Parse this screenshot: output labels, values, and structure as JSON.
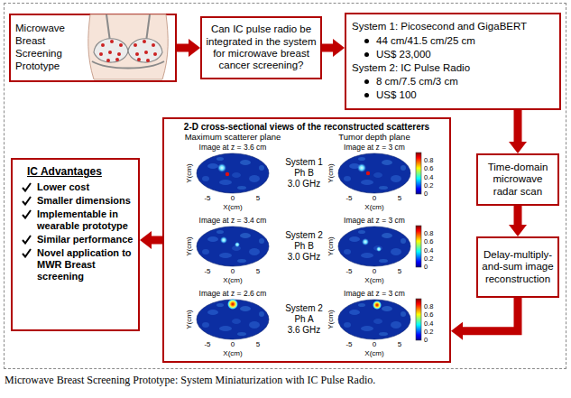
{
  "diagram": {
    "caption": "Microwave Breast Screening Prototype: System Miniaturization with IC Pulse Radio.",
    "nodes": [
      {
        "text": [
          "Microwave Breast Screening Prototype"
        ]
      },
      {
        "text": [
          "Can IC pulse radio be integrated in the system for microwave breast cancer screening?"
        ]
      },
      {
        "text": [
          "System 1: Picosecond and GigaBERT",
          "44 cm/41.5 cm/25 cm",
          "US$ 23,000",
          "System 2: IC Pulse Radio",
          "8 cm/7.5 cm/3 cm",
          "US$ 100"
        ]
      },
      {
        "text": [
          "Time-domain microwave radar scan"
        ]
      },
      {
        "text": [
          "Delay-multiply-and-sum image reconstruction"
        ]
      },
      {
        "text": [
          "2-D cross-sectional views of the reconstructed scatterers"
        ]
      },
      {
        "text": [
          "IC Advantages",
          "Lower cost",
          "Smaller dimensions",
          "Implementable in wearable prototype",
          "Similar performance",
          "Novel application to MWR Breast screening"
        ]
      }
    ],
    "edges": [
      {
        "from": 0,
        "to": 1,
        "arrow": "to"
      },
      {
        "from": 1,
        "to": 2,
        "arrow": "to"
      },
      {
        "from": 2,
        "to": 3,
        "arrow": "to"
      },
      {
        "from": 3,
        "to": 4,
        "arrow": "to"
      },
      {
        "from": 4,
        "to": 5,
        "arrow": "to"
      },
      {
        "from": 5,
        "to": 6,
        "arrow": "to"
      }
    ],
    "labels": [
      "Maximum scatterer plane",
      "Tumor depth plane",
      "Image at z = 3.6 cm",
      "Y(cm)",
      "X(cm)",
      "-5",
      "0",
      "5",
      "System 1",
      "Ph B",
      "3.0 GHz",
      "Image at z = 3 cm",
      "Y(cm)",
      "X(cm)",
      "-5",
      "0",
      "5",
      "0.8",
      "0.6",
      "0.4",
      "0.2",
      "0",
      "Image at z = 3.4 cm",
      "Y(cm)",
      "X(cm)",
      "-5",
      "0",
      "5",
      "System 2",
      "Ph B",
      "3.0 GHz",
      "Image at z = 3 cm",
      "Y(cm)",
      "X(cm)",
      "-5",
      "0",
      "5",
      "0.8",
      "0.6",
      "0.4",
      "0.2",
      "0",
      "Image at z = 2.6 cm",
      "Y(cm)",
      "X(cm)",
      "-5",
      "0",
      "5",
      "System 2",
      "Ph A",
      "3.6 GHz",
      "Image at z = 3 cm",
      "Y(cm)",
      "X(cm)",
      "-5",
      "0",
      "5",
      "0.8",
      "0.6",
      "0.4",
      "0.2",
      "0"
    ]
  }
}
